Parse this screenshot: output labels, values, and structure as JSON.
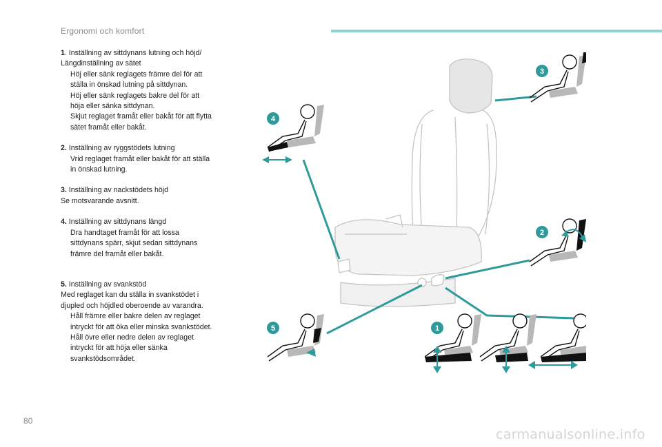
{
  "header": {
    "section_title": "Ergonomi och komfort"
  },
  "page_number": "80",
  "watermark": "carmanualsonline.info",
  "bullet_symbol": "",
  "items": [
    {
      "number": "1",
      "heading": ". Inställning av sittdynans lutning och höjd/",
      "heading2": "Längdinställning av sätet",
      "bullets": [
        [
          "Höj eller sänk reglagets främre del för att",
          "ställa in önskad lutning på sittdynan."
        ],
        [
          "Höj eller sänk reglagets bakre del för att",
          "höja eller sänka sittdynan."
        ],
        [
          "Skjut reglaget framåt eller bakåt för att flytta",
          "sätet framåt eller bakåt."
        ]
      ]
    },
    {
      "number": "2.",
      "heading": " Inställning av ryggstödets lutning",
      "bullets": [
        [
          "Vrid reglaget framåt eller bakåt för att ställa",
          "in önskad lutning."
        ]
      ]
    },
    {
      "number": "3.",
      "heading": " Inställning av nackstödets höjd",
      "body": "Se motsvarande avsnitt."
    },
    {
      "number": "4.",
      "heading": " Inställning av sittdynans längd",
      "bullets": [
        [
          "Dra handtaget framåt för att lossa",
          "sittdynans spärr, skjut sedan sittdynans",
          "främre del framåt eller bakåt."
        ]
      ]
    },
    {
      "number": "5.",
      "heading": " Inställning av svankstöd",
      "body_lines": [
        "Med reglaget kan du ställa in svankstödet i",
        "djupled och höjdled oberoende av varandra."
      ],
      "bullets": [
        [
          "Håll främre eller bakre delen av reglaget",
          "intryckt för att öka eller minska svankstödet."
        ],
        [
          "Håll övre eller nedre delen av reglaget",
          "intryckt för att höja eller sänka",
          "svankstödsområdet."
        ]
      ]
    }
  ],
  "figure": {
    "callouts": [
      "1",
      "2",
      "3",
      "4",
      "5"
    ],
    "accent_color": "#2e9a9a",
    "seat_color": "#b8b8b8",
    "control_color": "#111111"
  }
}
